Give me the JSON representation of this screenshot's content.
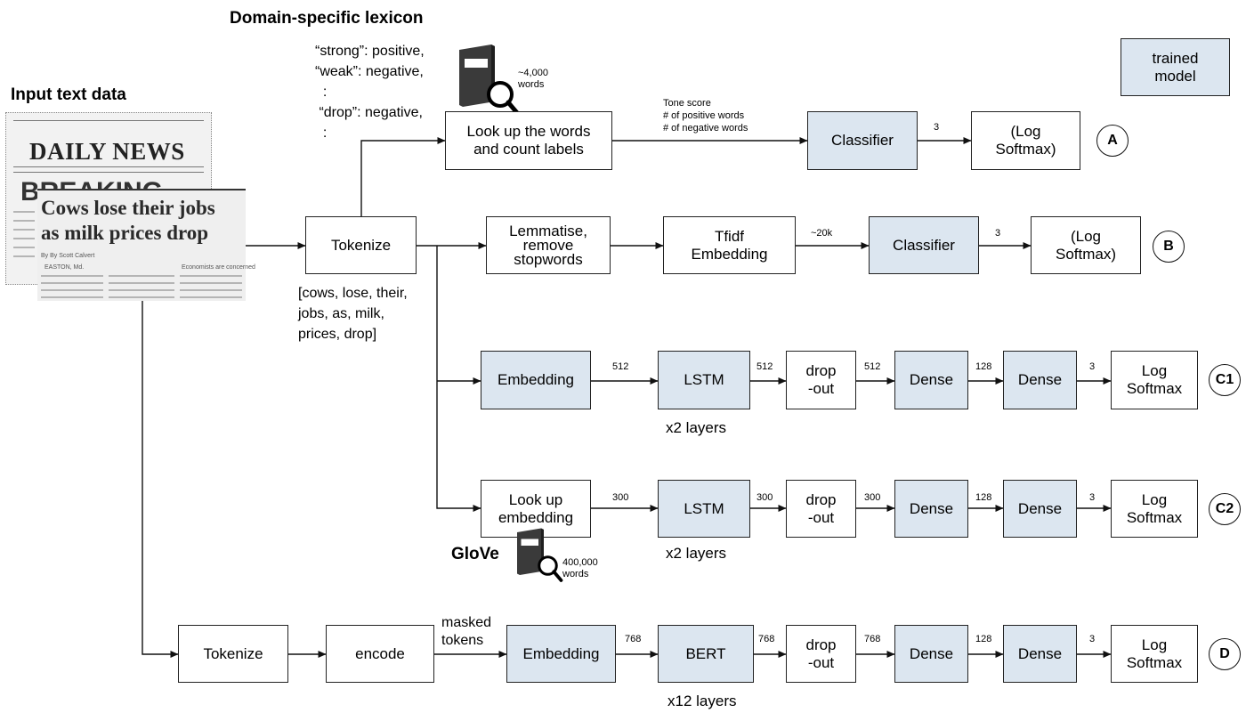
{
  "titles": {
    "input": "Input text data",
    "lexicon": "Domain-specific lexicon"
  },
  "newspaper": {
    "masthead": "DAILY NEWS",
    "breaking": "BREAKING",
    "headline": "Cows lose their jobs\nas milk prices drop",
    "byline": "By By Scott Calvert",
    "dateline": "EASTON, Md.",
    "side_caption": "Economists are concerned"
  },
  "lexicon_entries": "“strong”: positive,\n“weak”: negative,\n  :\n “drop”: negative,\n  :",
  "lexicon_size": "~4,000\nwords",
  "legend": {
    "trained_model": "trained\nmodel"
  },
  "tokens_example": "[cows, lose, their,\njobs, as, milk,\nprices, drop]",
  "row_a": {
    "lookup": "Look up the words\nand count labels",
    "features": "Tone score\n# of positive words\n# of negative words",
    "classifier": "Classifier",
    "dim": "3",
    "output": "(Log\nSoftmax)",
    "label": "A"
  },
  "row_b": {
    "tokenize": "Tokenize",
    "lemmatise": "Lemmatise,\nremove\nstopwords",
    "tfidf": "Tfidf\nEmbedding",
    "dim_tfidf": "~20k",
    "classifier": "Classifier",
    "dim": "3",
    "output": "(Log\nSoftmax)",
    "label": "B"
  },
  "row_c1": {
    "embedding": "Embedding",
    "d1": "512",
    "lstm": "LSTM",
    "d2": "512",
    "dropout": "drop\n-out",
    "d3": "512",
    "dense1": "Dense",
    "d4": "128",
    "dense2": "Dense",
    "d5": "3",
    "output": "Log\nSoftmax",
    "layers": "x2 layers",
    "label": "C1"
  },
  "row_c2": {
    "lookup": "Look up\nembedding",
    "d1": "300",
    "lstm": "LSTM",
    "d2": "300",
    "dropout": "drop\n-out",
    "d3": "300",
    "dense1": "Dense",
    "d4": "128",
    "dense2": "Dense",
    "d5": "3",
    "output": "Log\nSoftmax",
    "layers": "x2 layers",
    "glove": "GloVe",
    "glove_size": "400,000\nwords",
    "label": "C2"
  },
  "row_d": {
    "tokenize": "Tokenize",
    "encode": "encode",
    "masked": "masked\ntokens",
    "embedding": "Embedding",
    "d1": "768",
    "bert": "BERT",
    "d2": "768",
    "dropout": "drop\n-out",
    "d3": "768",
    "dense1": "Dense",
    "d4": "128",
    "dense2": "Dense",
    "d5": "3",
    "output": "Log\nSoftmax",
    "layers": "x12 layers",
    "label": "D"
  },
  "colors": {
    "trained": "#dce6f0",
    "plain": "#ffffff",
    "stroke": "#222222"
  },
  "icons": [
    "book-search-icon",
    "book-search-icon"
  ]
}
